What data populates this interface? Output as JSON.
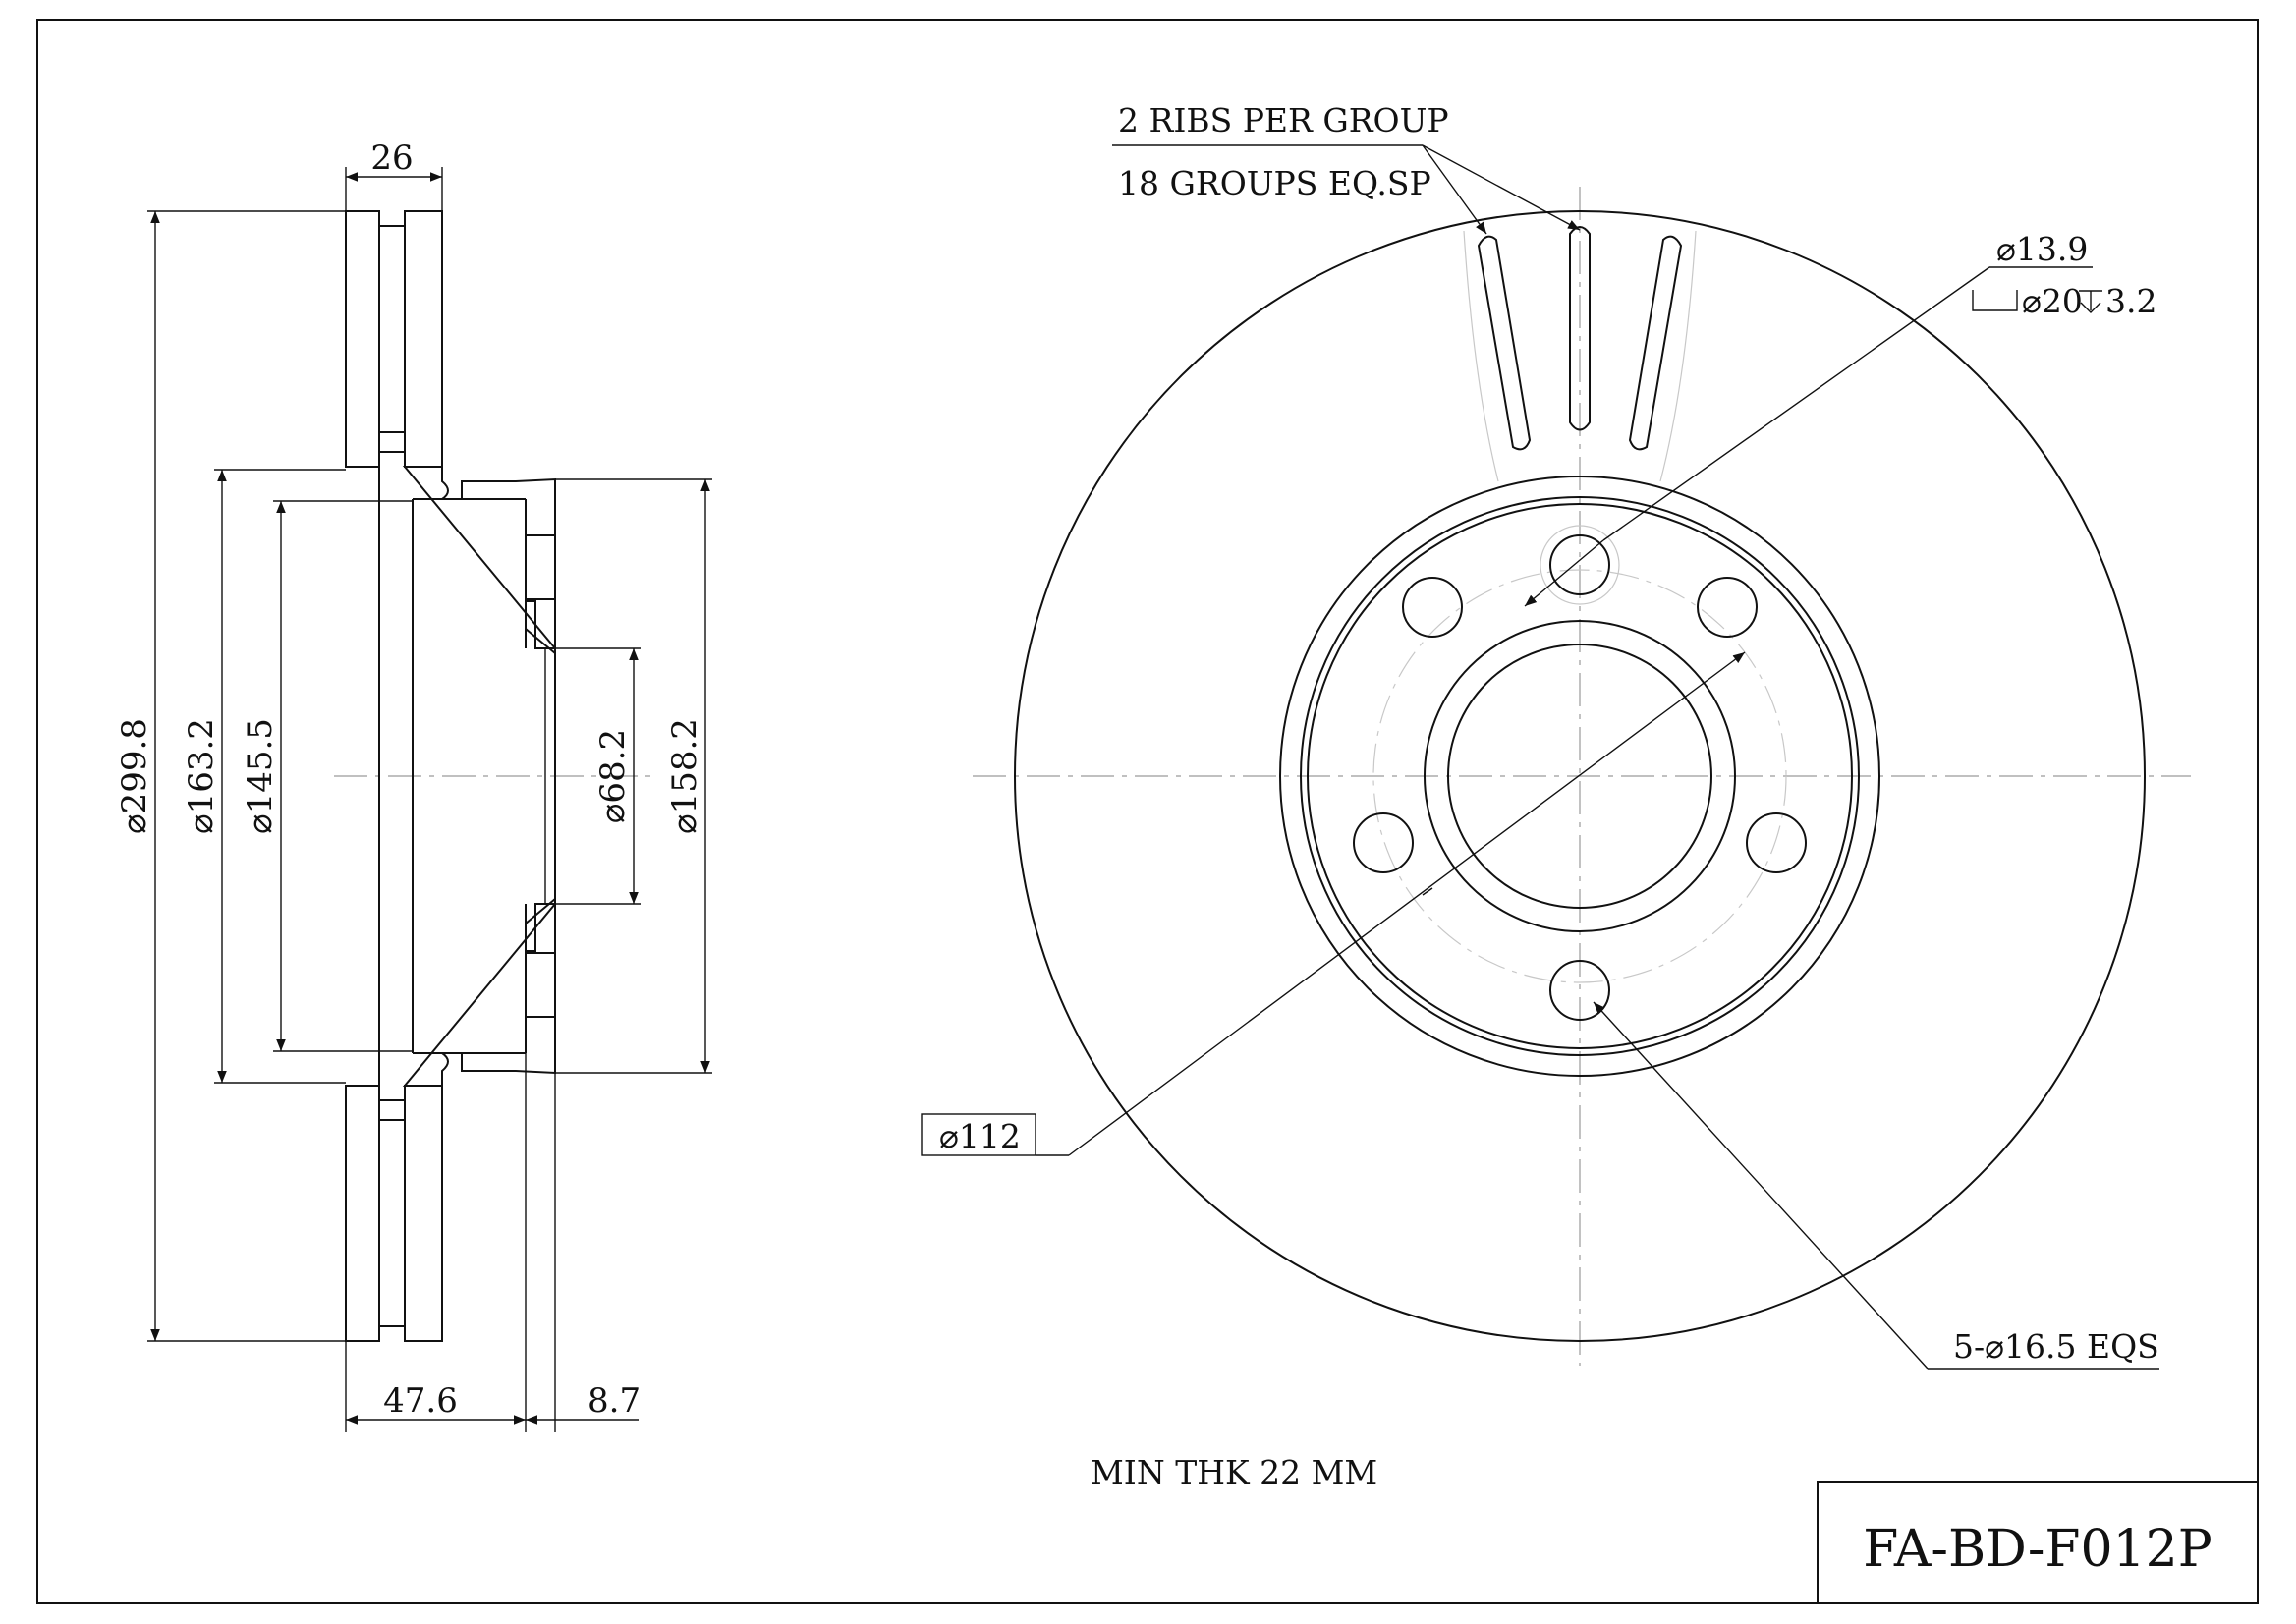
{
  "side_view": {
    "dim_thickness": "26",
    "dim_outer": "⌀299.8",
    "dim_163": "⌀163.2",
    "dim_145": "⌀145.5",
    "dim_bore": "⌀68.2",
    "dim_hat": "⌀158.2",
    "dim_height": "47.6",
    "dim_flange": "8.7"
  },
  "front_view": {
    "ribs_line1": "2 RIBS PER GROUP",
    "ribs_line2": "18 GROUPS EQ.SP",
    "hole_dia": "⌀13.9",
    "counterbore": "⌀20",
    "counterbore_depth": "3.2",
    "pcd": "⌀112",
    "bolt_holes": "5-⌀16.5 EQS"
  },
  "notes": {
    "min_thickness": "MIN THK 22 MM"
  },
  "title_block": {
    "part_number": "FA-BD-F012P"
  }
}
